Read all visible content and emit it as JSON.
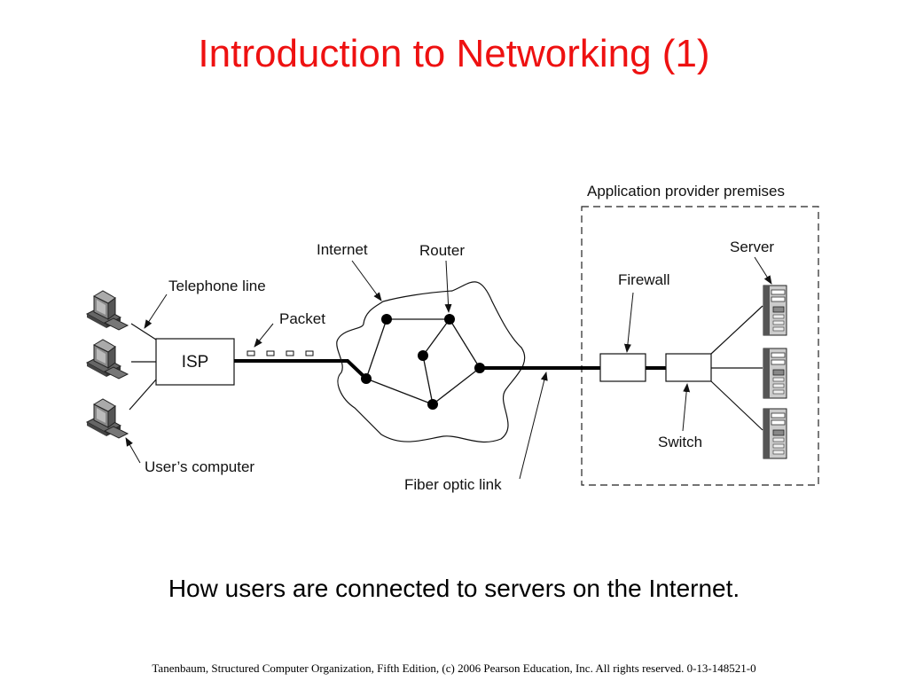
{
  "slide": {
    "title": "Introduction to Networking (1)",
    "caption": "How users are connected to servers on the Internet.",
    "footer": "Tanenbaum, Structured Computer Organization, Fifth Edition, (c) 2006 Pearson Education, Inc. All rights reserved. 0-13-148521-0",
    "title_color": "#ee1111"
  },
  "diagram": {
    "labels": {
      "app_premises": "Application provider premises",
      "internet": "Internet",
      "router": "Router",
      "telephone_line": "Telephone line",
      "packet": "Packet",
      "isp": "ISP",
      "users_computer": "User’s computer",
      "fiber_optic_link": "Fiber optic link",
      "firewall": "Firewall",
      "switch": "Switch",
      "server": "Server"
    },
    "user_computers": 3,
    "servers": 3,
    "routers": 6,
    "packets": 4
  }
}
